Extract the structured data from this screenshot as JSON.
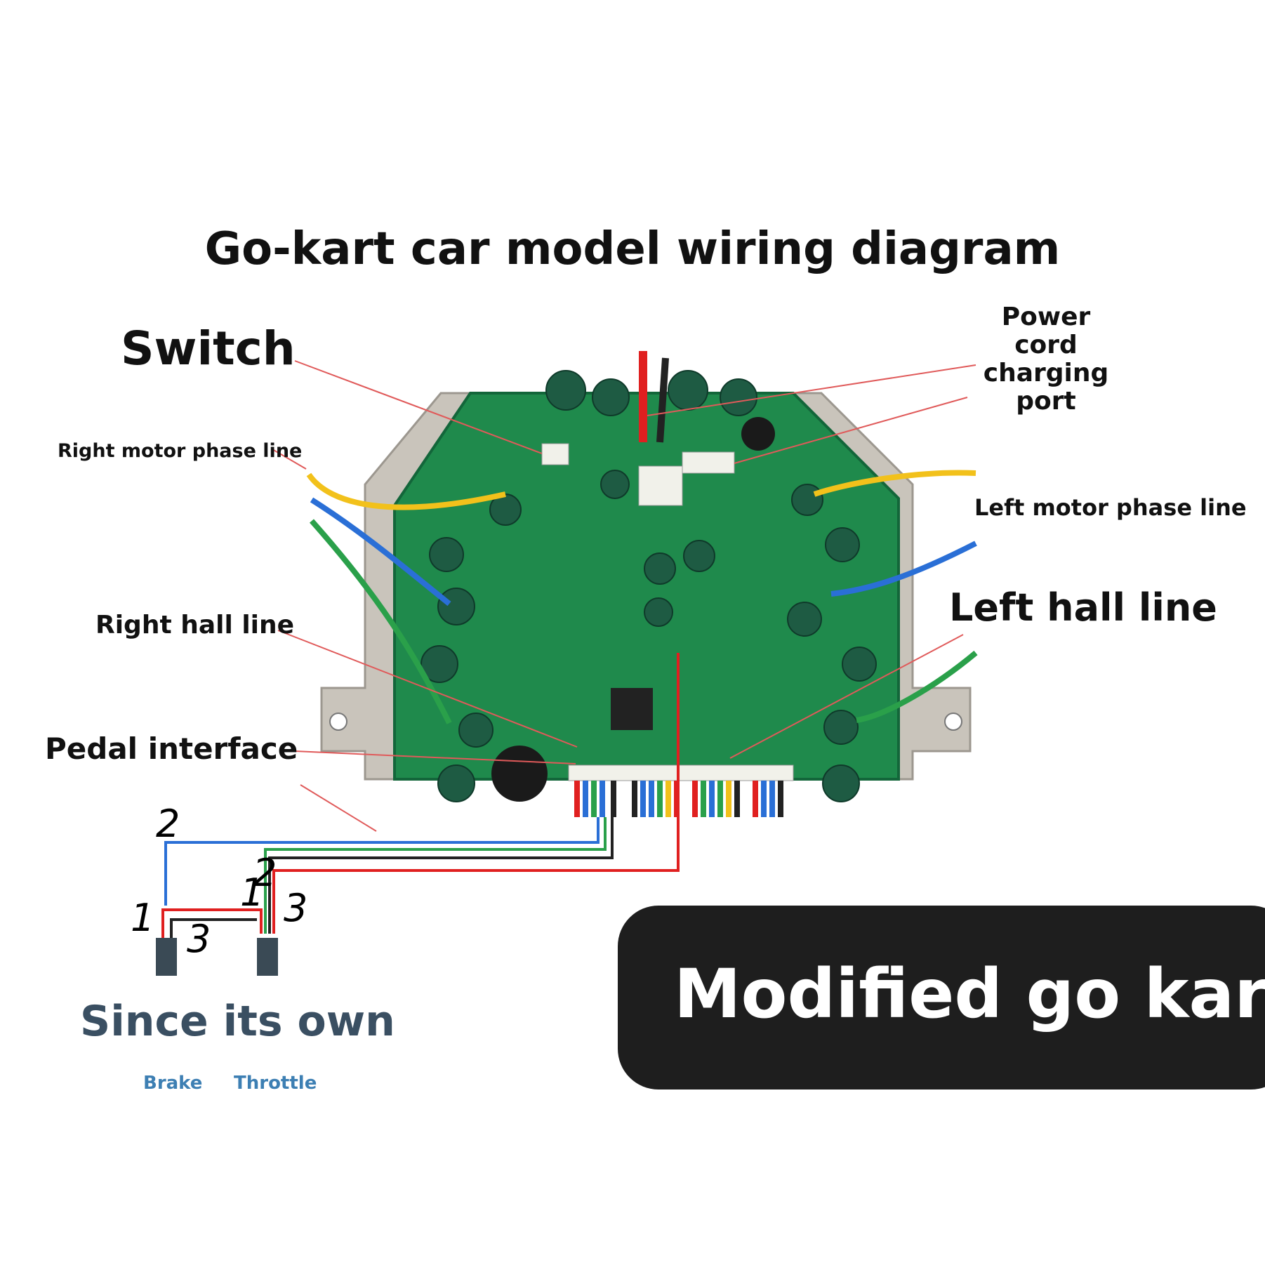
{
  "title": "Go-kart car model wiring diagram",
  "labels": {
    "switch": "Switch",
    "right_motor_phase_line": "Right motor phase line",
    "power_cord_charging_port": "Power cord charging port",
    "left_motor_phase_line": "Left motor phase line",
    "right_hall_line": "Right hall line",
    "left_hall_line": "Left hall line",
    "pedal_interface": "Pedal interface"
  },
  "pedals": {
    "caption": "Since its own",
    "brake": "Brake",
    "throttle": "Throttle",
    "pin_numbers": {
      "brake_top": "2",
      "brake_left": "1",
      "brake_right": "3",
      "throttle_top": "2",
      "throttle_left": "1",
      "throttle_right": "3"
    }
  },
  "banner": {
    "text": "Modified go kart"
  },
  "colors": {
    "pcb": "#1f8a4c",
    "heatsink": "#c9c4bb",
    "pointer": "#e05a5a",
    "wire_red": "#e02020",
    "wire_blue": "#2a6fd6",
    "wire_green": "#2aa04a",
    "wire_yellow": "#f2c11b",
    "wire_black": "#222222",
    "banner": "#1e1e1e",
    "caption": "#3a4f62",
    "pedal_label": "#3d7fb3"
  }
}
